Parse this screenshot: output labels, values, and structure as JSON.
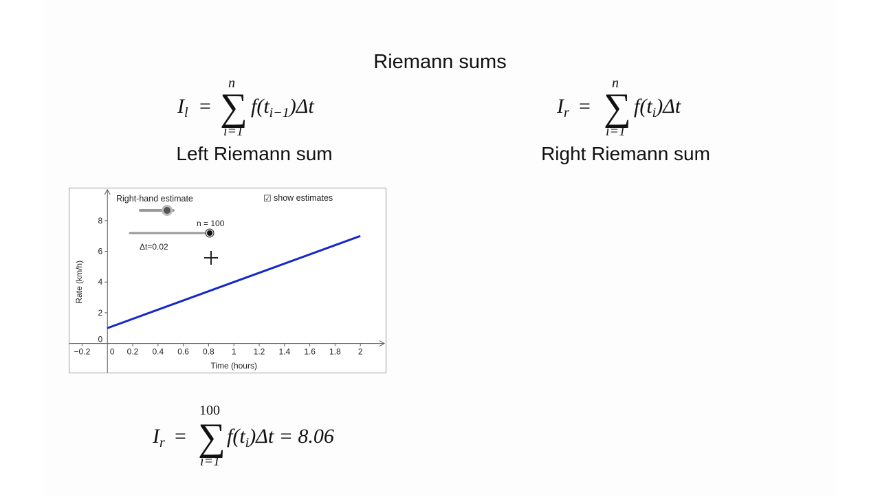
{
  "slide": {
    "title": "Riemann sums",
    "left": {
      "lhs": "I",
      "lhs_sub": "l",
      "upper": "n",
      "lower": "i=1",
      "f_text": "f(t",
      "f_sub": "i−1",
      "f_close": ")Δt",
      "caption": "Left Riemann sum"
    },
    "right": {
      "lhs": "I",
      "lhs_sub": "r",
      "upper": "n",
      "lower": "i=1",
      "f_text": "f(t",
      "f_sub": "i",
      "f_close": ")Δt",
      "caption": "Right Riemann sum"
    },
    "result": {
      "lhs": "I",
      "lhs_sub": "r",
      "upper": "100",
      "lower": "i=1",
      "f_text": "f(t",
      "f_sub": "i",
      "f_close": ")Δt = 8.06"
    },
    "equals": "="
  },
  "applet": {
    "estimate_label": "Right-hand estimate",
    "estimate_slider_value": 0.6,
    "show_estimates_label": "show estimates",
    "show_estimates_checked": true,
    "checkbox_mark": "☑",
    "n_label": "n = 100",
    "n_slider_value": 1.0,
    "dt_label": "Δt=0.02",
    "ylabel": "Rate (km/h)",
    "xlabel": "Time (hours)",
    "line_color": "#1428c8",
    "cursor_icon": "crosshair-move-icon"
  },
  "chart_data": {
    "type": "line",
    "xlabel": "Time (hours)",
    "ylabel": "Rate (km/h)",
    "xlim": [
      -0.3,
      2.2
    ],
    "ylim": [
      -1.9,
      10.1
    ],
    "x_ticks": [
      "−0.2",
      "0",
      "0.2",
      "0.4",
      "0.6",
      "0.8",
      "1",
      "1.2",
      "1.4",
      "1.6",
      "1.8",
      "2"
    ],
    "x_tick_values": [
      -0.2,
      0,
      0.2,
      0.4,
      0.6,
      0.8,
      1,
      1.2,
      1.4,
      1.6,
      1.8,
      2
    ],
    "y_ticks": [
      "0",
      "2",
      "4",
      "6",
      "8"
    ],
    "y_tick_values": [
      0,
      2,
      4,
      6,
      8
    ],
    "series": [
      {
        "x": [
          0,
          2
        ],
        "y": [
          1,
          7
        ]
      }
    ],
    "grid": false
  }
}
